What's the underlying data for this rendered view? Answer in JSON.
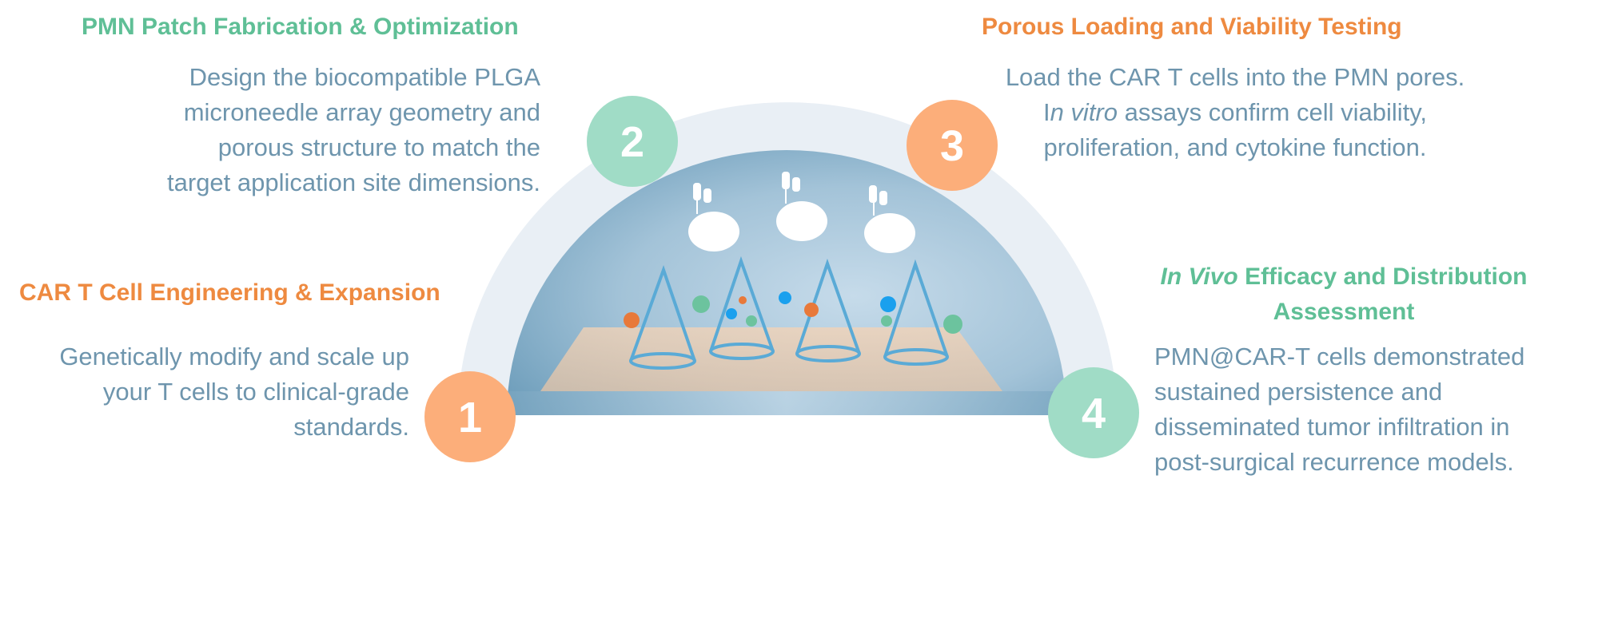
{
  "steps": [
    {
      "number": "1",
      "title": "CAR T Cell Engineering & Expansion",
      "lines": [
        "Genetically modify and scale up",
        "your T cells to clinical-grade",
        "standards."
      ],
      "color": "#ee8a40",
      "badge_color": "#fcae7a"
    },
    {
      "number": "2",
      "title": "PMN Patch Fabrication & Optimization",
      "lines": [
        "Design the biocompatible PLGA",
        "microneedle array geometry and",
        "porous structure to match the",
        "target application site dimensions."
      ],
      "color": "#5fbf96",
      "badge_color": "#a0dcc6"
    },
    {
      "number": "3",
      "title": "Porous Loading and Viability Testing",
      "line1": "Load the CAR T cells into the PMN pores.",
      "line2_prefix": "I",
      "line2_italic": "n vitro",
      "line2_rest": " assays confirm cell viability,",
      "line3": "proliferation, and cytokine function.",
      "color": "#ee8a40",
      "badge_color": "#fcae7a"
    },
    {
      "number": "4",
      "title_italic": "In Vivo",
      "title_rest": " Efficacy and Distribution Assessment",
      "lines": [
        "PMN@CAR-T cells demonstrated",
        "sustained persistence and",
        "disseminated tumor infiltration in",
        "post-surgical recurrence models."
      ],
      "color": "#5fbf96",
      "badge_color": "#a0dcc6"
    }
  ],
  "colors": {
    "text_blue": "#6e95ad",
    "dome_outer": "#e9eff5",
    "dome_inner": "#8fb4cb",
    "needle": "#5aaad6",
    "base_patch": "#f3c9a4"
  }
}
